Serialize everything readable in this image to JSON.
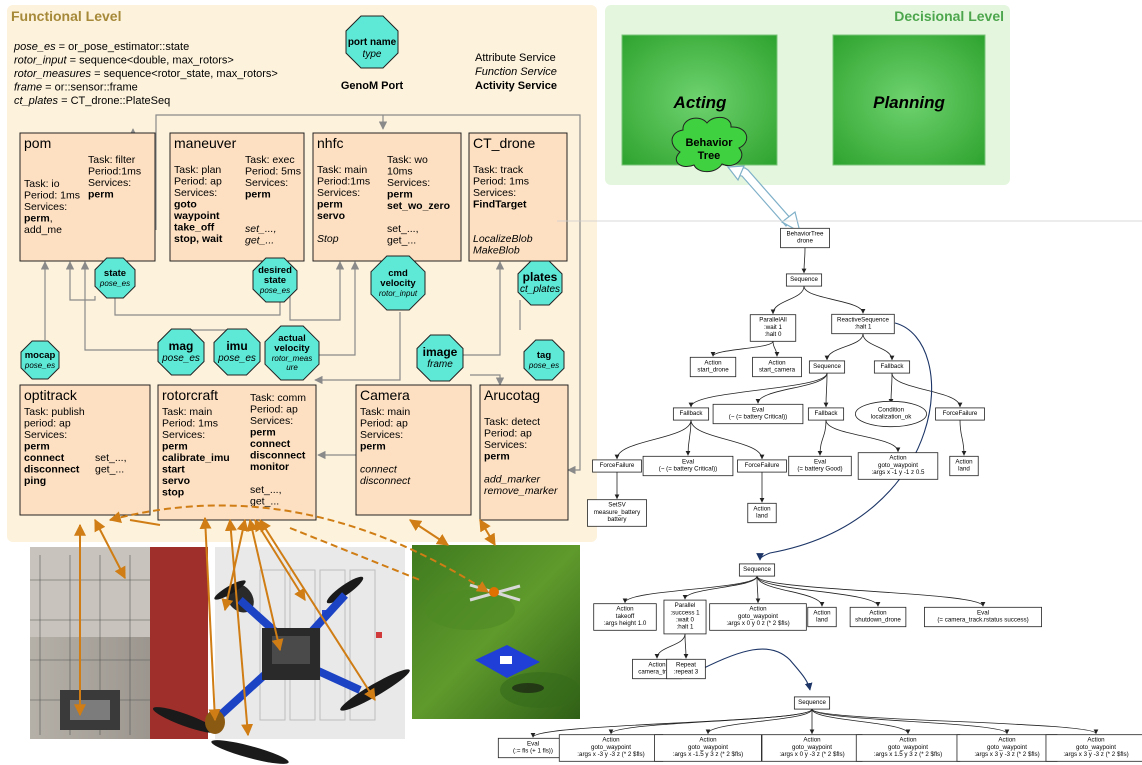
{
  "functional": {
    "title": "Functional Level",
    "type_defs": [
      {
        "name": "pose_es",
        "def": " = or_pose_estimator::state"
      },
      {
        "name": "rotor_input",
        "def": " = sequence<double, max_rotors>"
      },
      {
        "name": "rotor_measures",
        "def": " = sequence<rotor_state, max_rotors>"
      },
      {
        "name": "frame",
        "def": " = or::sensor::frame"
      },
      {
        "name": "ct_plates",
        "def": " = CT_drone::PlateSeq"
      }
    ],
    "legend": {
      "port_name": "port name",
      "port_type": "type",
      "port_caption": "GenoM Port",
      "attribute": "Attribute Service",
      "function": "Function Service",
      "activity": "Activity Service"
    },
    "components": [
      {
        "id": "pom",
        "title": "pom",
        "col1": [
          {
            "t": "Task: io"
          },
          {
            "t": "Period: 1ms"
          },
          {
            "t": "Services:"
          },
          {
            "t": "perm",
            "b": true,
            "suffix": ","
          },
          {
            "t": "add_me"
          }
        ],
        "col2": [
          {
            "t": "Task: filter"
          },
          {
            "t": "Period:1ms"
          },
          {
            "t": "Services:"
          },
          {
            "t": "perm",
            "b": true
          }
        ]
      },
      {
        "id": "maneuver",
        "title": "maneuver",
        "col1": [
          {
            "t": "Task: plan"
          },
          {
            "t": "Period: ap"
          },
          {
            "t": "Services:"
          },
          {
            "t": "goto",
            "b": true
          },
          {
            "t": "waypoint",
            "b": true
          },
          {
            "t": "take_off",
            "b": true
          },
          {
            "t": "stop, wait",
            "b": true
          }
        ],
        "col2": [
          {
            "t": "Task: exec"
          },
          {
            "t": "Period: 5ms"
          },
          {
            "t": "Services:"
          },
          {
            "t": "perm",
            "b": true
          },
          {
            "t": ""
          },
          {
            "t": ""
          },
          {
            "t": "set_...,",
            "i": true
          },
          {
            "t": "get_...",
            "i": true
          }
        ]
      },
      {
        "id": "nhfc",
        "title": "nhfc",
        "col1": [
          {
            "t": "Task: main"
          },
          {
            "t": "Period:1ms"
          },
          {
            "t": "Services:"
          },
          {
            "t": "perm",
            "b": true
          },
          {
            "t": "servo",
            "b": true
          },
          {
            "t": ""
          },
          {
            "t": "Stop",
            "i": true
          }
        ],
        "col2": [
          {
            "t": "Task: wo"
          },
          {
            "t": "10ms"
          },
          {
            "t": "Services:"
          },
          {
            "t": "perm",
            "b": true
          },
          {
            "t": "set_wo_zero",
            "b": true
          },
          {
            "t": ""
          },
          {
            "t": "set_...,"
          },
          {
            "t": "get_..."
          }
        ]
      },
      {
        "id": "ctdrone",
        "title": "CT_drone",
        "col1": [
          {
            "t": "Task: track"
          },
          {
            "t": "Period: 1ms"
          },
          {
            "t": "Services:"
          },
          {
            "t": "FindTarget",
            "b": true
          },
          {
            "t": ""
          },
          {
            "t": ""
          },
          {
            "t": "LocalizeBlob",
            "i": true
          },
          {
            "t": "MakeBlob",
            "i": true
          }
        ]
      },
      {
        "id": "optitrack",
        "title": "optitrack",
        "col1": [
          {
            "t": "Task: publish"
          },
          {
            "t": "period: ap"
          },
          {
            "t": "Services:"
          },
          {
            "t": "perm",
            "b": true
          },
          {
            "t": "connect",
            "b": true
          },
          {
            "t": "disconnect",
            "b": true
          },
          {
            "t": "ping",
            "b": true
          }
        ],
        "col2": [
          {
            "t": "set_...,"
          },
          {
            "t": "get_..."
          }
        ]
      },
      {
        "id": "rotorcraft",
        "title": "rotorcraft",
        "col1": [
          {
            "t": "Task: main"
          },
          {
            "t": "Period: 1ms"
          },
          {
            "t": "Services:"
          },
          {
            "t": "perm",
            "b": true
          },
          {
            "t": "calibrate_imu",
            "b": true
          },
          {
            "t": "start",
            "b": true
          },
          {
            "t": "servo",
            "b": true
          },
          {
            "t": "stop",
            "b": true
          }
        ],
        "col2": [
          {
            "t": "Task: comm"
          },
          {
            "t": "Period: ap"
          },
          {
            "t": "Services:"
          },
          {
            "t": "perm",
            "b": true
          },
          {
            "t": "connect",
            "b": true
          },
          {
            "t": "disconnect",
            "b": true
          },
          {
            "t": "monitor",
            "b": true
          },
          {
            "t": ""
          },
          {
            "t": "set_...,"
          },
          {
            "t": "get_..."
          }
        ]
      },
      {
        "id": "camera",
        "title": "Camera",
        "col1": [
          {
            "t": "Task: main"
          },
          {
            "t": "Period: ap"
          },
          {
            "t": "Services:"
          },
          {
            "t": "perm",
            "b": true
          },
          {
            "t": ""
          },
          {
            "t": "connect",
            "i": true
          },
          {
            "t": "disconnect",
            "i": true
          }
        ]
      },
      {
        "id": "arucotag",
        "title": "Arucotag",
        "col1": [
          {
            "t": "Task: detect"
          },
          {
            "t": "Period: ap"
          },
          {
            "t": "Services:"
          },
          {
            "t": "perm",
            "b": true
          },
          {
            "t": ""
          },
          {
            "t": "add_marker",
            "i": true
          },
          {
            "t": "remove_marker",
            "i": true
          }
        ]
      }
    ],
    "ports": [
      {
        "id": "state",
        "name": "state",
        "type": "pose_es"
      },
      {
        "id": "desired",
        "name": "desired state",
        "type": "pose_es"
      },
      {
        "id": "cmdvel",
        "name": "cmd velocity",
        "type": "rotor_input"
      },
      {
        "id": "plates",
        "name": "plates",
        "type": "ct_plates"
      },
      {
        "id": "mocap",
        "name": "mocap",
        "type": "pose_es"
      },
      {
        "id": "mag",
        "name": "mag",
        "type": "pose_es"
      },
      {
        "id": "imu",
        "name": "imu",
        "type": "pose_es"
      },
      {
        "id": "actvel",
        "name": "actual velocity",
        "type": "rotor_meas ure"
      },
      {
        "id": "image",
        "name": "image",
        "type": "frame"
      },
      {
        "id": "tag",
        "name": "tag",
        "type": "pose_es"
      }
    ]
  },
  "decisional": {
    "title": "Decisional Level",
    "acting": "Acting",
    "planning": "Planning",
    "behavior_tree": "Behavior Tree"
  },
  "behavior_tree": {
    "nodes": [
      {
        "id": "root",
        "lines": [
          "BehaviorTree",
          "drone"
        ]
      },
      {
        "id": "seq1",
        "lines": [
          "Sequence"
        ]
      },
      {
        "id": "pall",
        "lines": [
          "ParallelAll",
          ":wait 1",
          ":halt 0"
        ]
      },
      {
        "id": "rseq",
        "lines": [
          "ReactiveSequence",
          ":halt 1"
        ]
      },
      {
        "id": "a_sd",
        "lines": [
          "Action",
          "start_drone"
        ]
      },
      {
        "id": "a_sc",
        "lines": [
          "Action",
          "start_camera"
        ]
      },
      {
        "id": "seq2",
        "lines": [
          "Sequence"
        ]
      },
      {
        "id": "fb1",
        "lines": [
          "Fallback"
        ]
      },
      {
        "id": "cond",
        "lines": [
          "Condition",
          "localization_ok"
        ]
      },
      {
        "id": "ff1",
        "lines": [
          "ForceFailure"
        ]
      },
      {
        "id": "fb2",
        "lines": [
          "Fallback"
        ]
      },
      {
        "id": "ev1",
        "lines": [
          "Eval",
          "(~ (= battery Critical))"
        ]
      },
      {
        "id": "fb3",
        "lines": [
          "Fallback"
        ]
      },
      {
        "id": "a_land1",
        "lines": [
          "Action",
          "land"
        ]
      },
      {
        "id": "ff2",
        "lines": [
          "ForceFailure"
        ]
      },
      {
        "id": "ev2",
        "lines": [
          "Eval",
          "(~ (= battery Critical))"
        ]
      },
      {
        "id": "ff3",
        "lines": [
          "ForceFailure"
        ]
      },
      {
        "id": "ev3",
        "lines": [
          "Eval",
          "(= battery Good)"
        ]
      },
      {
        "id": "a_goto1",
        "lines": [
          "Action",
          "goto_waypoint",
          ":args x -1 y -1 z 0.5"
        ]
      },
      {
        "id": "setsv",
        "lines": [
          "SetSV",
          "measure_battery",
          "battery"
        ]
      },
      {
        "id": "a_land2",
        "lines": [
          "Action",
          "land"
        ]
      },
      {
        "id": "seq3",
        "lines": [
          "Sequence"
        ]
      },
      {
        "id": "a_to",
        "lines": [
          "Action",
          "takeoff",
          ":args height 1.0"
        ]
      },
      {
        "id": "par",
        "lines": [
          "Parallel",
          ":success 1",
          ":wait 0",
          ":halt 1"
        ]
      },
      {
        "id": "a_goto2",
        "lines": [
          "Action",
          "goto_waypoint",
          ":args x 0 y 0 z (* 2 $fls)"
        ]
      },
      {
        "id": "a_land3",
        "lines": [
          "Action",
          "land"
        ]
      },
      {
        "id": "a_shut",
        "lines": [
          "Action",
          "shutdown_drone"
        ]
      },
      {
        "id": "ev4",
        "lines": [
          "Eval",
          "(= camera_track.rstatus success)"
        ]
      },
      {
        "id": "a_ct",
        "lines": [
          "Action",
          "camera_track"
        ]
      },
      {
        "id": "rep",
        "lines": [
          "Repeat",
          ":repeat 3"
        ]
      },
      {
        "id": "seq4",
        "lines": [
          "Sequence"
        ]
      },
      {
        "id": "ev5",
        "lines": [
          "Eval",
          "(:= fls (+ 1 fls))"
        ]
      },
      {
        "id": "g1",
        "lines": [
          "Action",
          "goto_waypoint",
          ":args x -3 y -3 z (* 2 $fls)"
        ]
      },
      {
        "id": "g2",
        "lines": [
          "Action",
          "goto_waypoint",
          ":args x -1.5 y 3 z (* 2 $fls)"
        ]
      },
      {
        "id": "g3",
        "lines": [
          "Action",
          "goto_waypoint",
          ":args x 0 y -3 z (* 2 $fls)"
        ]
      },
      {
        "id": "g4",
        "lines": [
          "Action",
          "goto_waypoint",
          ":args x 1.5 y 3 z (* 2 $fls)"
        ]
      },
      {
        "id": "g5",
        "lines": [
          "Action",
          "goto_waypoint",
          ":args x 3 y -3 z (* 2 $fls)"
        ]
      },
      {
        "id": "g6",
        "lines": [
          "Action",
          "goto_waypoint",
          ":args x 3 y -3 z (* 2 $fls)"
        ]
      }
    ]
  },
  "colors": {
    "functional_bg": "#fdf2dc",
    "functional_title": "#a68a3a",
    "component_fill": "#fde0c2",
    "port_fill": "#5ee8d6",
    "orange_arrow": "#cf7d14",
    "decisional_bg": "#e4f7de",
    "decisional_title": "#4da64d",
    "green_box": "#3fb83f"
  }
}
